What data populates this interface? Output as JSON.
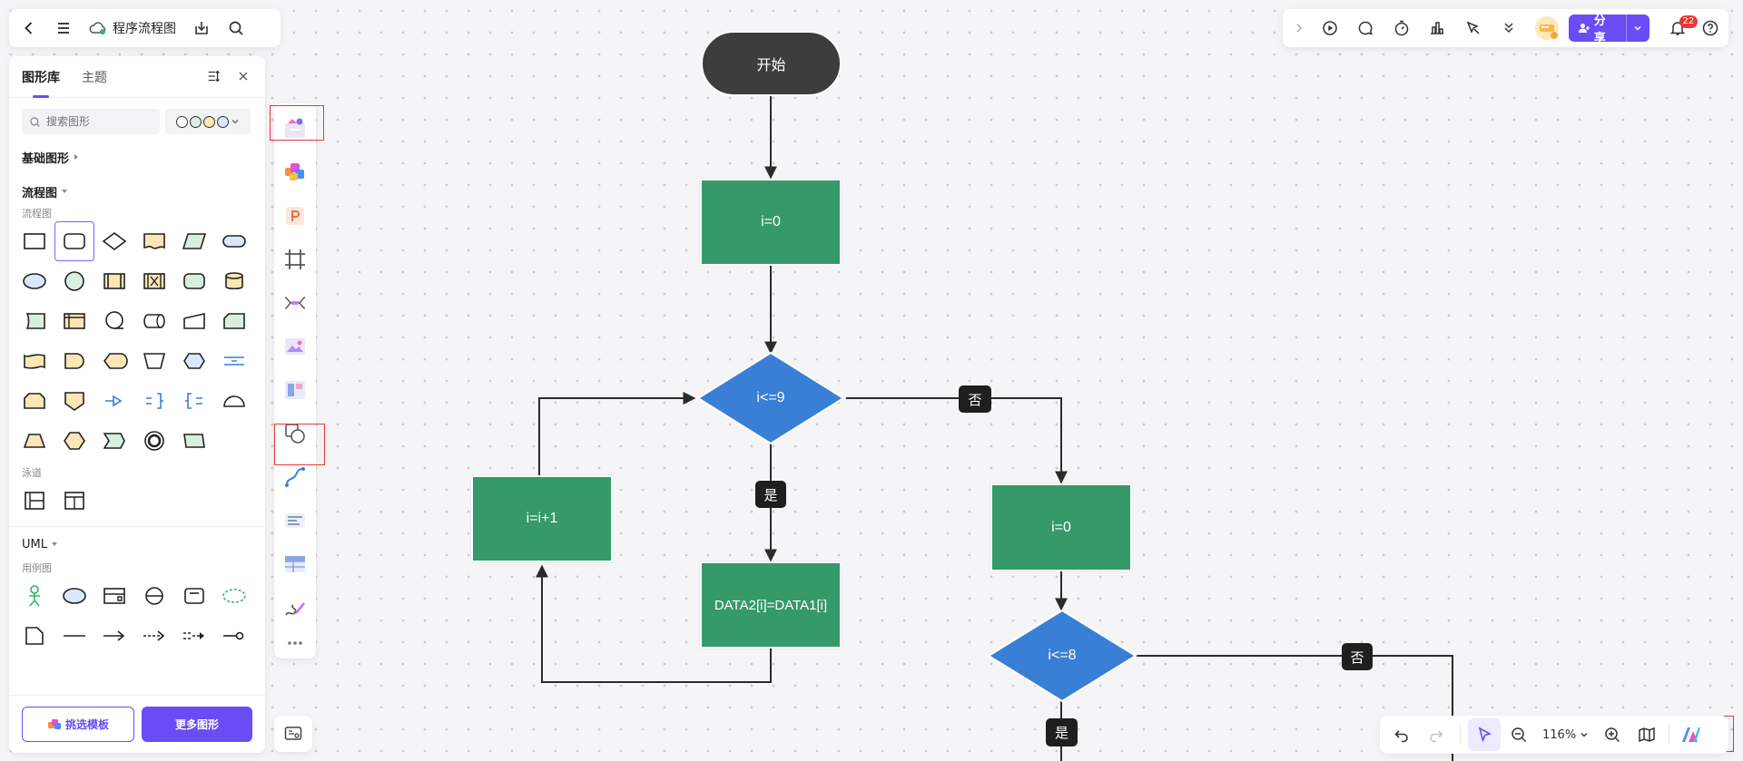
{
  "header": {
    "doc_title": "程序流程图"
  },
  "toolbar_right": {
    "share_label": "分享",
    "notification_count": "22"
  },
  "panel": {
    "tabs": [
      "图形库",
      "主题"
    ],
    "search_placeholder": "搜索图形",
    "section_basic": "基础图形",
    "section_flow": "流程图",
    "sub_flow": "流程图",
    "sub_lane": "泳道",
    "section_uml": "UML",
    "sub_usecase": "用例图",
    "btn_template": "挑选模板",
    "btn_more": "更多图形"
  },
  "zoom": {
    "level": "116%"
  },
  "flowchart": {
    "start": "开始",
    "init1": "i=0",
    "cond1": "i<=9",
    "increment": "i=i+1",
    "assign": "DATA2[i]=DATA1[i]",
    "init2": "i=0",
    "cond2": "i<=8",
    "yes1": "是",
    "no1": "否",
    "yes2": "是",
    "no2": "否"
  },
  "colors": {
    "accent": "#6a4cf5",
    "process": "#35996a",
    "decision": "#3a7fd6",
    "terminal": "#3d3d3d"
  }
}
